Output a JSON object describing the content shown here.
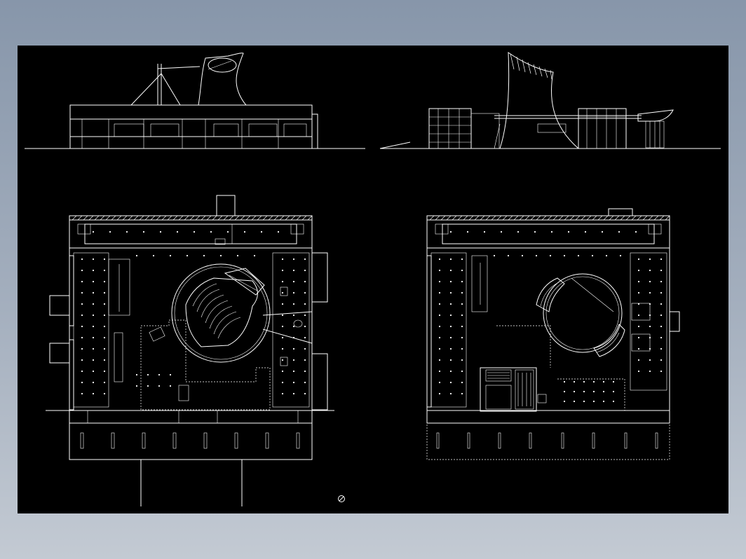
{
  "drawing": {
    "background": "#000000",
    "line_color": "#ffffff",
    "window_background": "#8c9aad",
    "views": [
      "elevation-left",
      "elevation-right",
      "plan-left",
      "plan-right"
    ],
    "icons": [
      "ucs-icon"
    ]
  }
}
